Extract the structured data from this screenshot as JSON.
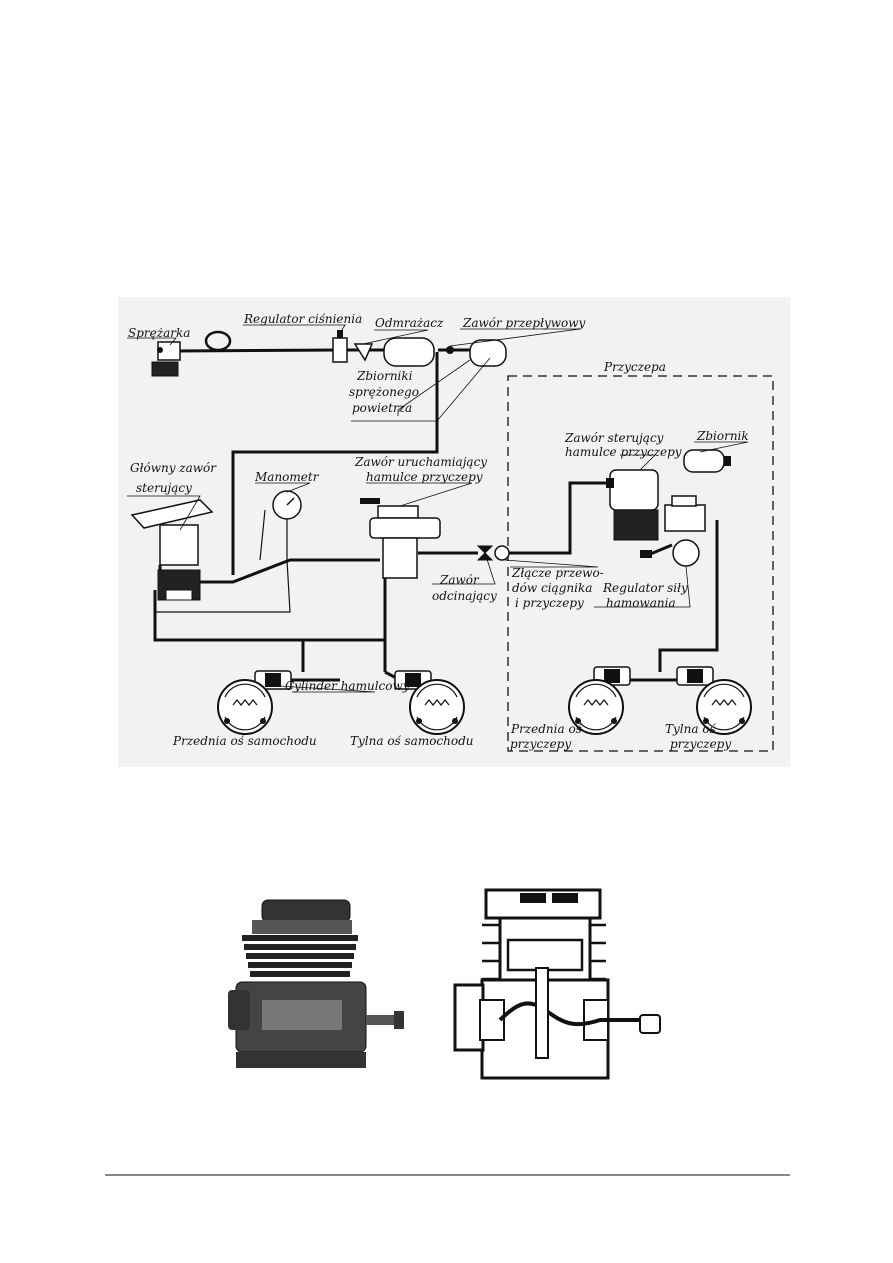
{
  "figure_1": {
    "labels": {
      "compressor": "Sprężarka",
      "pressure_regulator": "Regulator ciśnienia",
      "defroster": "Odmrażacz",
      "overflow_valve": "Zawór przepływowy",
      "reservoirs": [
        "Zbiorniki",
        "sprężonego",
        "powietrza"
      ],
      "trailer": "Przyczepa",
      "trailer_control_valve": [
        "Zawór sterujący",
        "hamulce przyczepy"
      ],
      "tank": "Zbiornik",
      "main_control_valve": [
        "Główny zawór",
        "sterujący"
      ],
      "manometer": "Manometr",
      "trailer_brake_actuating_valve": [
        "Zawór uruchamiający",
        "hamulce przyczepy"
      ],
      "cutoff_valve": [
        "Zawór",
        "odcinający"
      ],
      "coupling": [
        "Złącze przewo-",
        "dów ciągnika",
        "i przyczepy"
      ],
      "braking_force_regulator": [
        "Regulator siły",
        "hamowania"
      ],
      "brake_cylinder": "Cylinder hamulcowy",
      "front_axle_vehicle": "Przednia oś samochodu",
      "rear_axle_vehicle": "Tylna oś samochodu",
      "front_axle_trailer": [
        "Przednia oś",
        "przyczepy"
      ],
      "rear_axle_trailer": [
        "Tylna oś",
        "przyczepy"
      ]
    }
  },
  "figure_2": {
    "panels": [
      "compressor-external-view",
      "compressor-cross-section"
    ]
  }
}
